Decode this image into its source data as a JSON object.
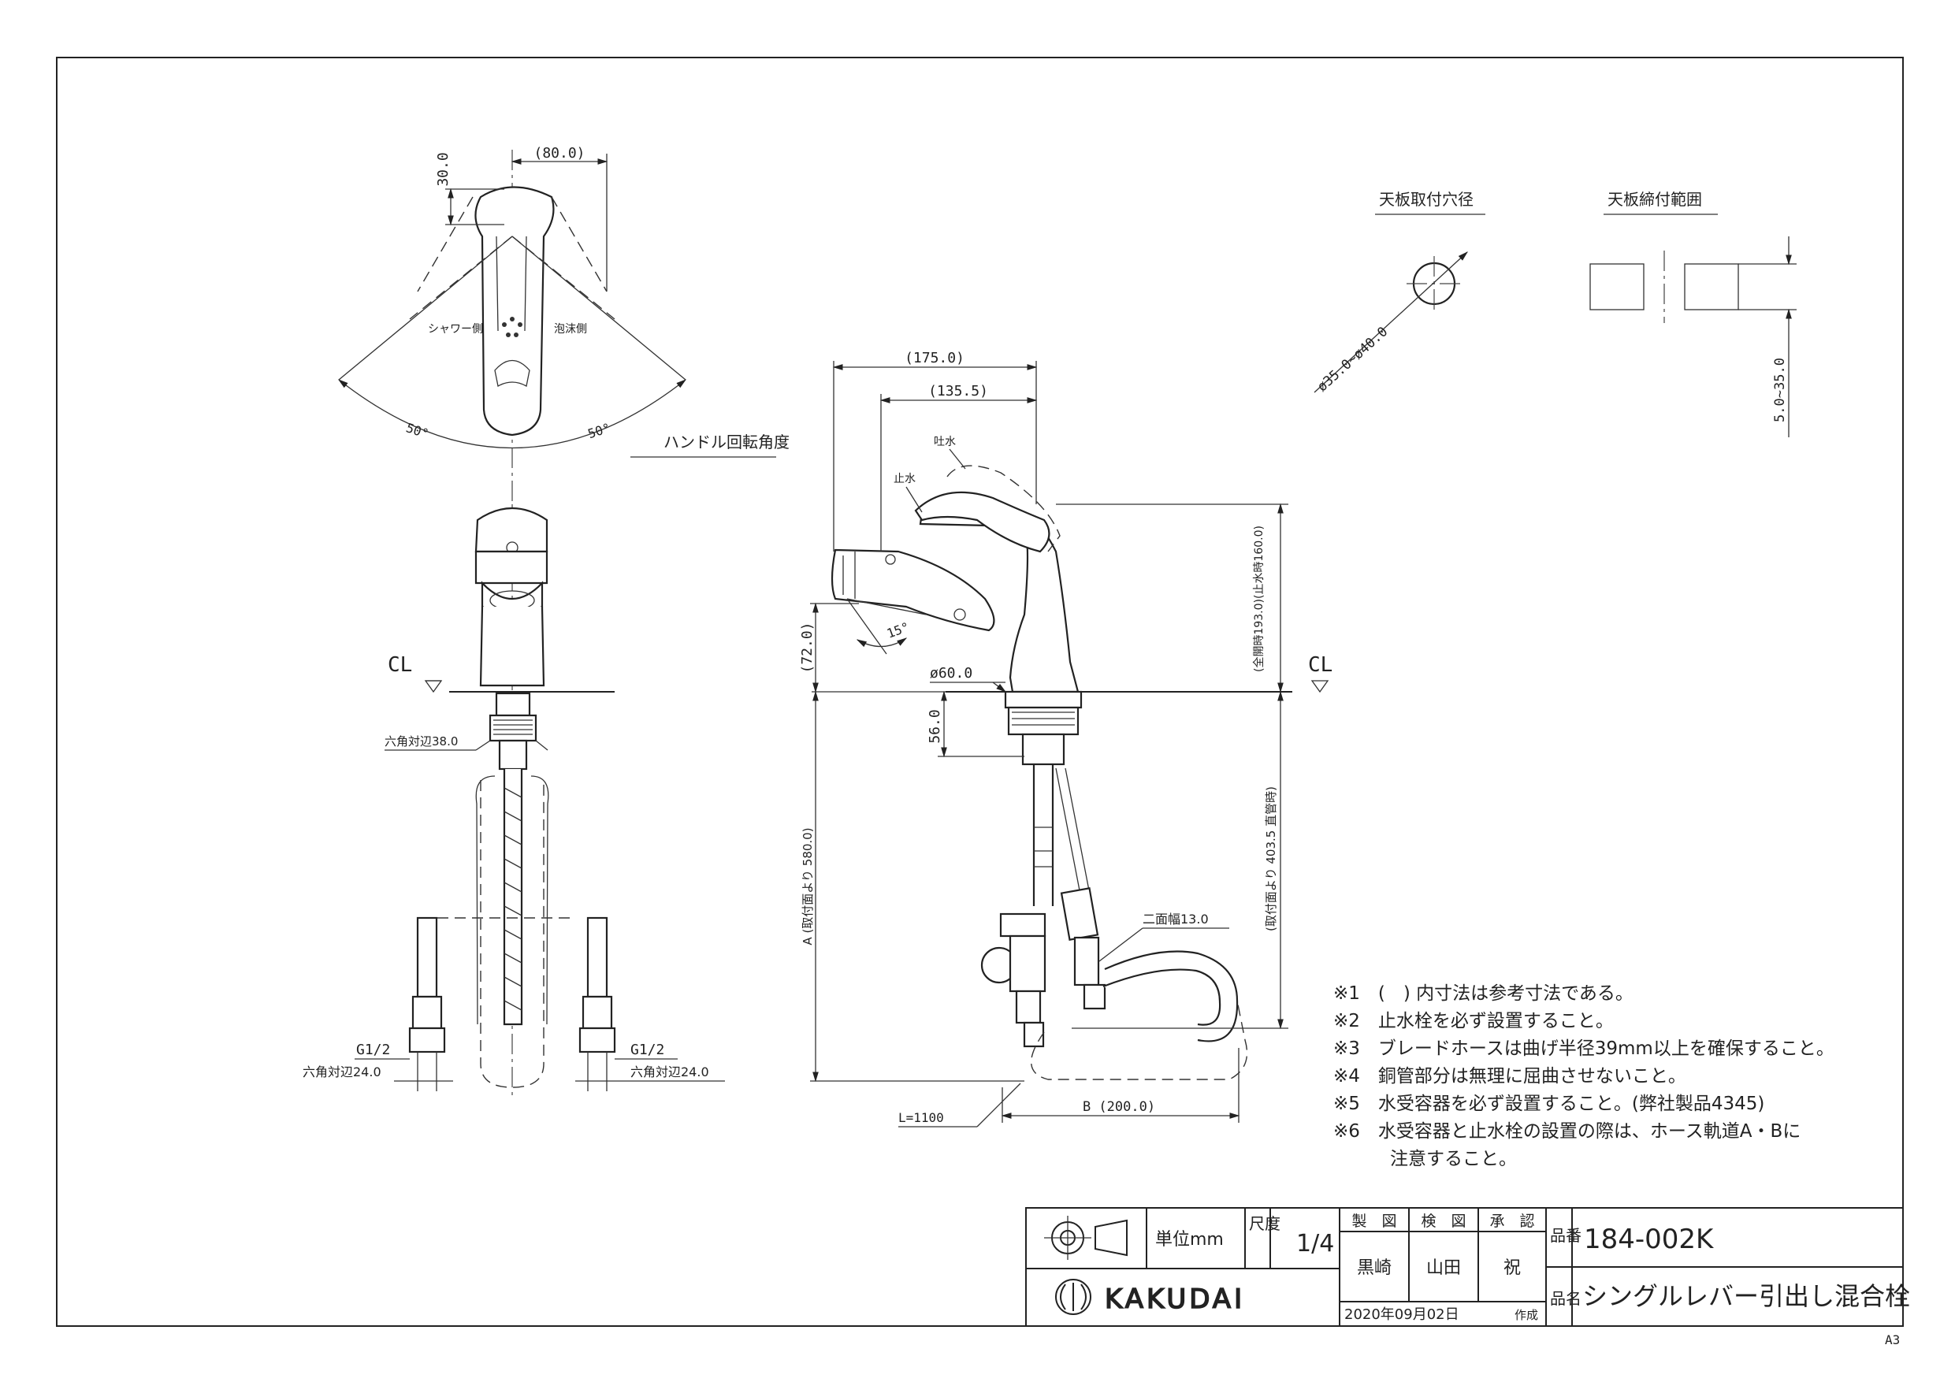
{
  "drawing": {
    "top_view": {
      "dim_height": "30.0",
      "dim_width": "(80.0)",
      "label_shower": "シャワー側",
      "label_foam": "泡沫側",
      "angle_left": "50°",
      "angle_right": "50°",
      "caption": "ハンドル回転角度"
    },
    "front_view": {
      "cl": "CL",
      "hex_body": "六角対辺38.0",
      "thread_left": "G1/2",
      "hex_left": "六角対辺24.0",
      "thread_right": "G1/2",
      "hex_right": "六角対辺24.0"
    },
    "side_view": {
      "dim_overall": "(175.0)",
      "dim_spout": "(135.5)",
      "label_open": "吐水",
      "label_stop": "止水",
      "angle_spout": "15°",
      "dim_spout_height": "(72.0)",
      "dim_base_dia": "ø60.0",
      "dim_shank": "56.0",
      "dim_height_vertical": "(全開時193.0)(止水時160.0)",
      "cl": "CL",
      "dim_a": "A (取付面より 580.0)",
      "dim_right_vertical": "(取付面より 403.5 直管時)",
      "dim_wrench": "二面幅13.0",
      "dim_hose": "L=1100",
      "dim_b": "B (200.0)"
    },
    "hole_detail": {
      "title": "天板取付穴径",
      "dim": "ø35.0~ø40.0"
    },
    "thickness_detail": {
      "title": "天板締付範囲",
      "dim": "5.0~35.0"
    },
    "notes": [
      "※1　(　) 内寸法は参考寸法である。",
      "※2　止水栓を必ず設置すること。",
      "※3　ブレードホースは曲げ半径39mm以上を確保すること。",
      "※4　銅管部分は無理に屈曲させないこと。",
      "※5　水受容器を必ず設置すること。(弊社製品4345)",
      "※6　水受容器と止水栓の設置の際は、ホース軌道A・Bに",
      "注意すること。"
    ]
  },
  "title_block": {
    "unit_label": "単位mm",
    "scale_label": "尺度",
    "scale_value": "1/4",
    "made_label": "製　図",
    "check_label": "検　図",
    "approve_label": "承　認",
    "made_name": "黒崎",
    "check_name": "山田",
    "approve_name": "祝",
    "date": "2020年09月02日",
    "created_label": "作成",
    "part_no_label": "品番",
    "part_no": "184-002K",
    "part_name_label": "品名",
    "part_name": "シングルレバー引出し混合栓",
    "brand": "KAKUDAI"
  },
  "sheet_size": "A3"
}
